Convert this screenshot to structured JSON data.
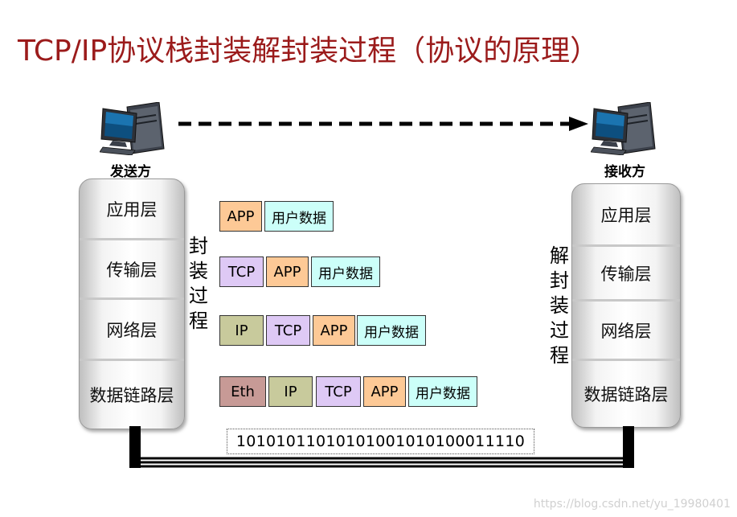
{
  "title": "TCP/IP协议栈封装解封装过程（协议的原理）",
  "sender": {
    "label": "发送方",
    "icon": "computer-icon"
  },
  "receiver": {
    "label": "接收方",
    "icon": "computer-icon"
  },
  "layers": [
    "应用层",
    "传输层",
    "网络层",
    "数据链路层"
  ],
  "encap_label": [
    "封",
    "装",
    "过",
    "程"
  ],
  "decap_label": [
    "解",
    "封",
    "装",
    "过",
    "程"
  ],
  "segments": {
    "eth": "Eth",
    "ip": "IP",
    "tcp": "TCP",
    "app": "APP",
    "data": "用户数据"
  },
  "bitstream": "10101011010101001010100011110",
  "watermark": "https://blog.csdn.net/yu_19980401",
  "colors": {
    "title": "#9b1b1b",
    "eth": "#c79a96",
    "ip": "#c8ca9c",
    "tcp": "#dec9f5",
    "app": "#fdc996",
    "data": "#ccfff9"
  }
}
